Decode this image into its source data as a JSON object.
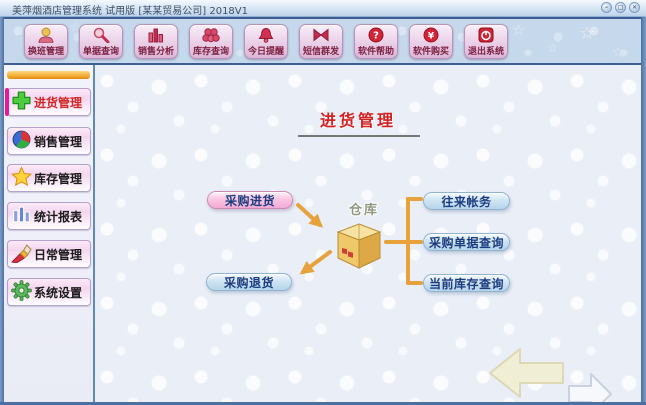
{
  "window": {
    "title": "美萍烟酒店管理系统 试用版 [某某贸易公司] 2018V1",
    "controls": [
      {
        "name": "minimize",
        "glyph": "–"
      },
      {
        "name": "maximize",
        "glyph": "□"
      },
      {
        "name": "close",
        "glyph": "✕"
      }
    ]
  },
  "toolbar": {
    "buttons": [
      {
        "label": "换班管理",
        "icon": "shift-person-icon"
      },
      {
        "label": "单据查询",
        "icon": "document-search-icon"
      },
      {
        "label": "销售分析",
        "icon": "sales-chart-icon"
      },
      {
        "label": "库存查询",
        "icon": "inventory-grapes-icon"
      },
      {
        "label": "今日提醒",
        "icon": "reminder-bell-icon"
      },
      {
        "label": "短信群发",
        "icon": "sms-icon"
      },
      {
        "label": "软件帮助",
        "icon": "help-icon"
      },
      {
        "label": "软件购买",
        "icon": "purchase-icon"
      },
      {
        "label": "退出系统",
        "icon": "exit-icon"
      }
    ]
  },
  "sidebar": {
    "items": [
      {
        "label": "进货管理",
        "icon": "plus-icon",
        "active": true
      },
      {
        "label": "销售管理",
        "icon": "pie-chart-icon",
        "active": false
      },
      {
        "label": "库存管理",
        "icon": "star-icon",
        "active": false
      },
      {
        "label": "统计报表",
        "icon": "bar-chart-icon",
        "active": false
      },
      {
        "label": "日常管理",
        "icon": "brush-icon",
        "active": false
      },
      {
        "label": "系统设置",
        "icon": "gear-icon",
        "active": false
      }
    ]
  },
  "main": {
    "page_title": "进货管理",
    "warehouse_label": "仓库",
    "flow_buttons_left": [
      {
        "label": "采购进货",
        "color": "pink"
      },
      {
        "label": "采购退货",
        "color": "blue"
      }
    ],
    "flow_buttons_right": [
      {
        "label": "往来帐务"
      },
      {
        "label": "采购单据查询"
      },
      {
        "label": "当前库存查询"
      }
    ]
  },
  "deco": {
    "star_glyph": "☆"
  },
  "colors": {
    "accent_orange": "#E8A23C",
    "page_title_red": "#D42222",
    "pill_pink": "#F2AAD4",
    "pill_blue": "#B6D4EA",
    "toolbar_button_text": "#7C2040",
    "active_item_text": "#D42828",
    "active_stripe_magenta": "#E8189C",
    "frame_blue": "#4C70A2",
    "warehouse_box_tan": "#EEC869"
  }
}
